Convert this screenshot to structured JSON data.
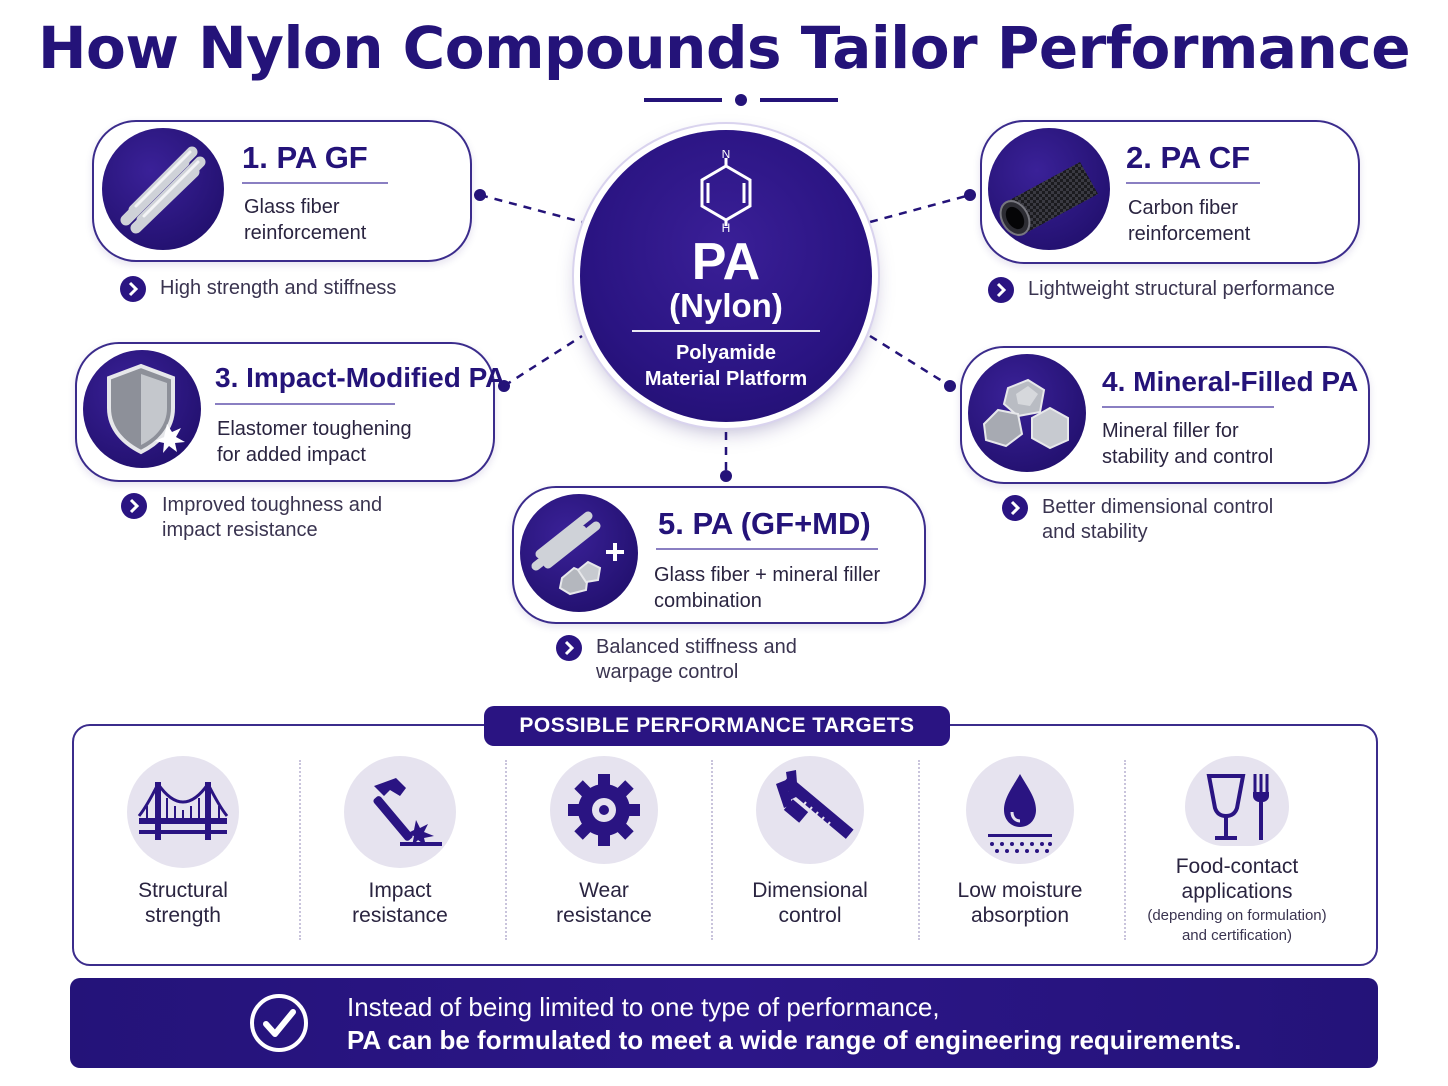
{
  "title": "How Nylon Compounds Tailor Performance",
  "center": {
    "line1": "PA",
    "line2": "(Nylon)",
    "sub1": "Polyamide",
    "sub2": "Material Platform",
    "atom_top": "N",
    "atom_bottom": "H"
  },
  "compounds": [
    {
      "title": "1. PA GF",
      "desc1": "Glass fiber",
      "desc2": "reinforcement",
      "benefit1": "High strength and stiffness",
      "benefit2": "",
      "icon": "glass-fiber-rods-icon"
    },
    {
      "title": "2. PA CF",
      "desc1": "Carbon fiber",
      "desc2": "reinforcement",
      "benefit1": "Lightweight structural performance",
      "benefit2": "",
      "icon": "carbon-fiber-tube-icon"
    },
    {
      "title": "3. Impact-Modified PA",
      "desc1": "Elastomer toughening",
      "desc2": "for added impact",
      "benefit1": "Improved toughness and",
      "benefit2": "impact resistance",
      "icon": "shield-icon"
    },
    {
      "title": "4. Mineral-Filled PA",
      "desc1": "Mineral filler for",
      "desc2": "stability and control",
      "benefit1": "Better dimensional control",
      "benefit2": "and stability",
      "icon": "mineral-rocks-icon"
    },
    {
      "title": "5. PA (GF+MD)",
      "desc1": "Glass fiber + mineral filler",
      "desc2": "combination",
      "benefit1": "Balanced stiffness and",
      "benefit2": "warpage control",
      "icon": "fiber-plus-mineral-icon"
    }
  ],
  "targets": {
    "label": "POSSIBLE PERFORMANCE TARGETS",
    "items": [
      {
        "line1": "Structural",
        "line2": "strength",
        "note1": "",
        "note2": "",
        "icon": "bridge-icon"
      },
      {
        "line1": "Impact",
        "line2": "resistance",
        "note1": "",
        "note2": "",
        "icon": "hammer-icon"
      },
      {
        "line1": "Wear",
        "line2": "resistance",
        "note1": "",
        "note2": "",
        "icon": "gear-icon"
      },
      {
        "line1": "Dimensional",
        "line2": "control",
        "note1": "",
        "note2": "",
        "icon": "caliper-icon"
      },
      {
        "line1": "Low moisture",
        "line2": "absorption",
        "note1": "",
        "note2": "",
        "icon": "water-drop-icon"
      },
      {
        "line1": "Food-contact",
        "line2": "applications",
        "note1": "(depending on formulation)",
        "note2": "and certification)",
        "icon": "cup-fork-icon"
      }
    ]
  },
  "banner": {
    "line1": "Instead of being limited to one type of performance,",
    "line2": "PA can be formulated to meet a wide range of engineering requirements."
  },
  "colors": {
    "primary": "#241379",
    "accent": "#2a1482",
    "light": "#e6e3ef"
  }
}
